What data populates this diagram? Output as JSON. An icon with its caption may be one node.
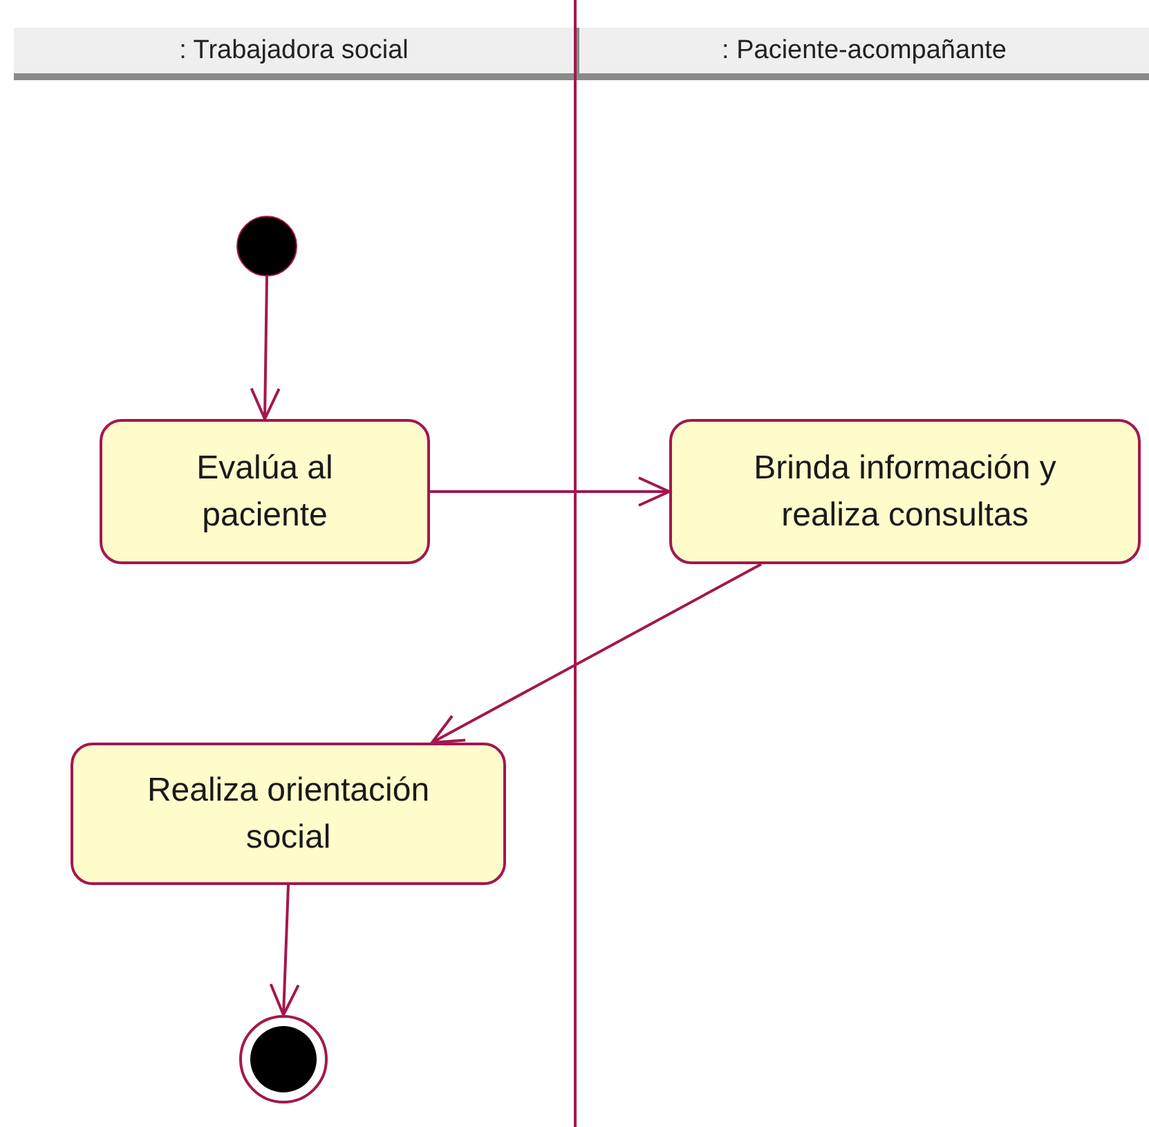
{
  "diagram": {
    "nodes": [
      {
        "text": [
          ": Trabajadora social"
        ]
      },
      {
        "text": [
          ": Paciente-acompañante"
        ]
      },
      {
        "text": [],
        "shape": "circle",
        "in": 0
      },
      {
        "text": [
          "Evalúa al paciente"
        ],
        "in": 0
      },
      {
        "text": [
          "Brinda información y realiza consultas"
        ],
        "in": 1
      },
      {
        "text": [
          "Realiza orientación social"
        ],
        "in": 0
      },
      {
        "text": [],
        "shape": "circle",
        "in": 0
      }
    ],
    "edges": [
      {
        "from": 2,
        "to": 3,
        "arrow": "to"
      },
      {
        "from": 3,
        "to": 4,
        "arrow": "to"
      },
      {
        "from": 4,
        "to": 5,
        "arrow": "to"
      },
      {
        "from": 5,
        "to": 6,
        "arrow": "to"
      }
    ]
  }
}
